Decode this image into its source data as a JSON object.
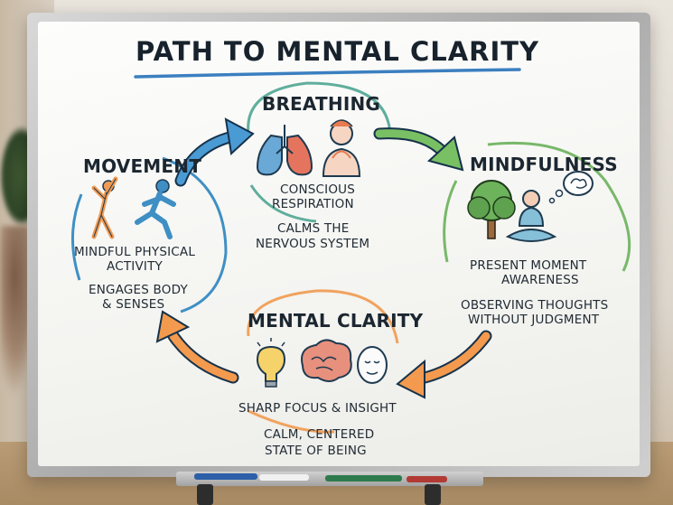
{
  "board": {
    "title": "PATH TO MENTAL CLARITY",
    "stages": {
      "breathing": {
        "heading": "BREATHING",
        "line1": "CONSCIOUS",
        "line2": "RESPIRATION",
        "line3": "CALMS THE",
        "line4": "NERVOUS SYSTEM",
        "icons": [
          "lungs-icon",
          "breathing-person-icon"
        ]
      },
      "mindfulness": {
        "heading": "MINDFULNESS",
        "line1": "PRESENT MOMENT",
        "line2": "AWARENESS",
        "line3": "OBSERVING THOUGHTS",
        "line4": "WITHOUT JUDGMENT",
        "icons": [
          "tree-icon",
          "meditating-person-icon",
          "thought-brain-icon"
        ]
      },
      "mental_clarity": {
        "heading": "MENTAL CLARITY",
        "line1": "SHARP FOCUS & INSIGHT",
        "line2": "CALM, CENTERED",
        "line3": "STATE OF BEING",
        "icons": [
          "lightbulb-icon",
          "brain-icon",
          "calm-face-icon"
        ]
      },
      "movement": {
        "heading": "MOVEMENT",
        "line1": "MINDFUL PHYSICAL",
        "line2": "ACTIVITY",
        "line3": "ENGAGES BODY",
        "line4": "& SENSES",
        "icons": [
          "stretching-person-icon",
          "running-person-icon"
        ]
      }
    }
  },
  "colors": {
    "breathing": "#5fae9c",
    "mindfulness": "#78b86a",
    "clarity": "#f0a35e",
    "movement": "#3f8fc4",
    "title_underline": "#3b7fc0"
  }
}
